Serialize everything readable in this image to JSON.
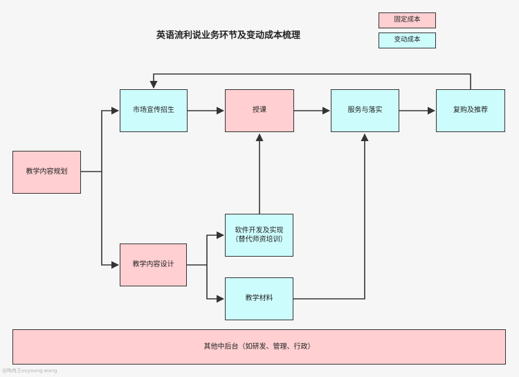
{
  "title": "英语流利说业务环节及变动成本梳理",
  "legend": {
    "fixed": "固定成本",
    "variable": "变动成本"
  },
  "nodes": {
    "teaching_planning": "教学内容规划",
    "marketing": "市场宣传招生",
    "lecture": "授课",
    "service": "服务与落实",
    "repurchase": "复购及推荐",
    "content_design": "教学内容设计",
    "software_line1": "软件开发及实现",
    "software_line2": "（替代师资培训）",
    "materials": "教学材料",
    "backoffice": "其他中后台（如研发、管理、行政）"
  },
  "watermark": "@陶冉王ouyoung.wang"
}
